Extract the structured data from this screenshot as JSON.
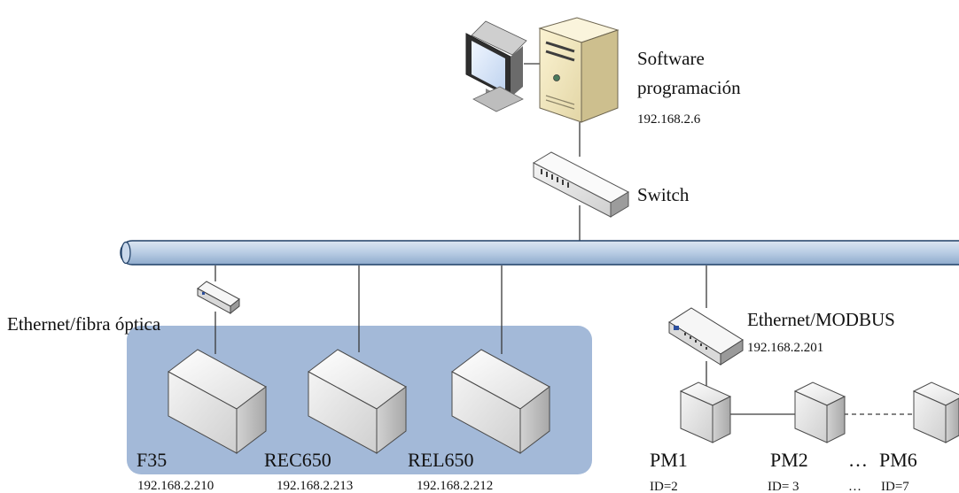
{
  "server": {
    "title_line1": "Software",
    "title_line2": "programación",
    "ip": "192.168.2.6"
  },
  "switch": {
    "label": "Switch"
  },
  "converter_fiber": {
    "label": "Ethernet/fibra óptica"
  },
  "converter_modbus": {
    "label": "Ethernet/MODBUS",
    "ip": "192.168.2.201"
  },
  "relays": [
    {
      "name": "F35",
      "ip": "192.168.2.210"
    },
    {
      "name": "REC650",
      "ip": "192.168.2.213"
    },
    {
      "name": "REL650",
      "ip": "192.168.2.212"
    }
  ],
  "meters": [
    {
      "name": "PM1",
      "id": "ID=2"
    },
    {
      "name": "PM2",
      "id": "ID= 3"
    },
    {
      "name": "PM6",
      "id": "ID=7"
    }
  ],
  "ellipsis": "…",
  "colors": {
    "bus_fill": "#b8cce4",
    "bus_stroke": "#1f3f66",
    "relay_group_bg": "#9fb6d6",
    "device_body": "#e6e6e6",
    "line": "#3a3a3a"
  },
  "icons": [
    "monitor-icon",
    "server-tower-icon",
    "network-switch-icon",
    "media-converter-icon",
    "relay-box-icon",
    "power-meter-icon"
  ]
}
